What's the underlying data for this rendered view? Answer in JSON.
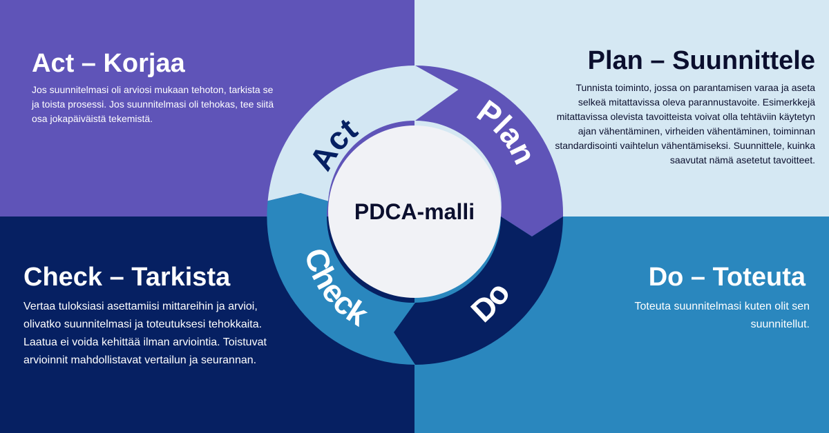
{
  "diagram": {
    "center_label": "PDCA-malli",
    "segments": {
      "plan": "Plan",
      "do": "Do",
      "check": "Check",
      "act": "Act"
    }
  },
  "act": {
    "title": "Act – Korjaa",
    "body": "Jos suunnitelmasi oli arviosi mukaan tehoton, tarkista se ja toista prosessi. Jos suunnitelmasi oli tehokas, tee siitä osa jokapäiväistä tekemistä."
  },
  "plan": {
    "title": "Plan – Suunnittele",
    "body": "Tunnista toiminto, jossa on parantamisen varaa ja aseta selkeä mitattavissa oleva parannustavoite. Esimerkkejä mitattavissa olevista tavoitteista voivat olla tehtäviin käytetyn ajan vähentäminen, virheiden vähentäminen, toiminnan standardisointi vaihtelun vähentämiseksi. Suunnittele, kuinka saavutat nämä asetetut tavoitteet."
  },
  "check": {
    "title": "Check – Tarkista",
    "body": "Vertaa tuloksiasi asettamiisi mittareihin ja arvioi, olivatko suunnitelmasi ja toteutuksesi tehokkaita. Laatua ei voida kehittää ilman arviointia. Toistuvat arvioinnit mahdollistavat vertailun ja seurannan."
  },
  "do": {
    "title": "Do – Toteuta",
    "body": "Toteuta suunnitelmasi kuten olit sen suunnitellut."
  },
  "colors": {
    "act": "#5F54B8",
    "plan_bg": "#D5E8F3",
    "check_bg": "#062062",
    "do_bg": "#2A87BE",
    "center": "#F1F2F6"
  }
}
